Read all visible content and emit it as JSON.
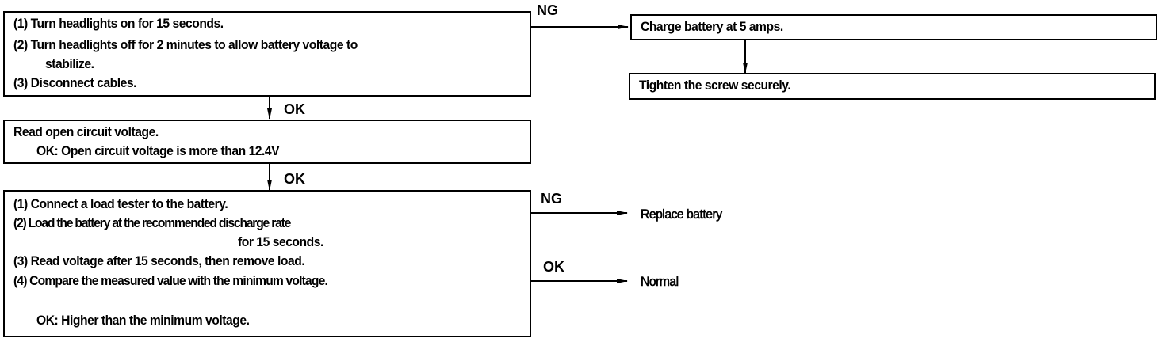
{
  "box1": {
    "lines": [
      "(1)  Turn  headlights  on  for  15  seconds.",
      "(2)  Turn  headlights  off  for  2  minutes  to  allow  battery  voltage  to",
      "stabilize.",
      "(3)  Disconnect  cables."
    ]
  },
  "box2": {
    "lines": [
      "Read  open  circuit  voltage.",
      "OK:  Open  circuit  voltage  is  more  than  12.4V"
    ]
  },
  "box3": {
    "lines": [
      "(1)  Connect  a  load  tester  to  the  battery.",
      "(2)  Load the battery at the recommended discharge rate",
      "for  15  seconds.",
      "(3)  Read  voltage  after  15  seconds,  then  remove  load.",
      "(4)  Compare the measured value with the minimum voltage.",
      "OK:  Higher  than  the  minimum  voltage."
    ]
  },
  "charge_box": {
    "text": "Charge  battery  at  5  amps."
  },
  "tighten_box": {
    "text": "Tighten  the  screw  securely."
  },
  "labels": {
    "ng_top": "NG",
    "ok_1": "OK",
    "ok_2": "OK",
    "ng_bottom": "NG",
    "ok_bottom": "OK"
  },
  "outcomes": {
    "replace": "Replace battery",
    "normal": "Normal"
  }
}
